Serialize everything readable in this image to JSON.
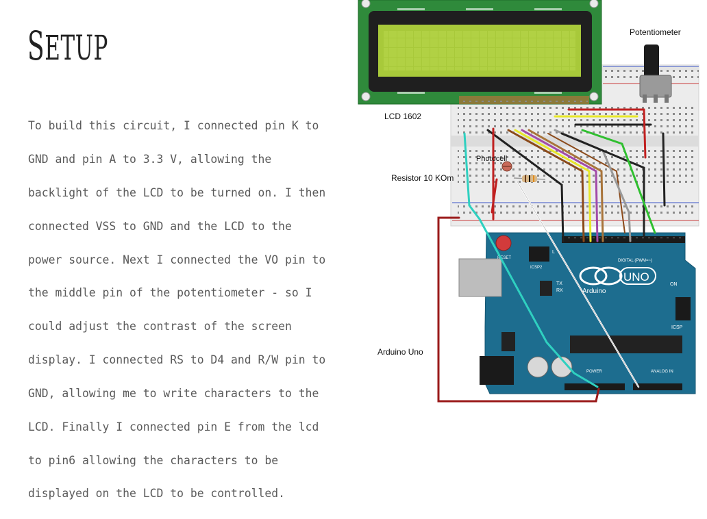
{
  "slide": {
    "title_first": "S",
    "title_rest": "ETUP",
    "body_lines": [
      "To build this circuit, I connected pin K to",
      "GND and pin A to 3.3 V, allowing the",
      "backlight of the LCD to be turned on. I then",
      "connected VSS to GND and the LCD to the",
      "power source. Next I connected the VO pin to",
      "the middle pin of the potentiometer - so I",
      "could adjust the contrast of the screen",
      "display. I connected RS to D4 and R/W pin to",
      "GND, allowing me to write characters to the",
      "LCD. Finally I connected pin E from the lcd",
      "to pin6 allowing the characters to be",
      "displayed on the LCD to be controlled."
    ]
  },
  "diagram": {
    "labels": {
      "potentiometer": "Potentiometer",
      "lcd": "LCD 1602",
      "photocell": "Photocell",
      "resistor": "Resistor 10 KOm",
      "arduino": "Arduino Uno"
    },
    "board_text": {
      "uno": "UNO",
      "arduino": "Arduino",
      "reset": "RESET",
      "icsp2": "ICSP2",
      "digital": "DIGITAL (PWM=~)",
      "tx": "TX",
      "rx": "RX",
      "on": "ON",
      "icsp": "ICSP",
      "power": "POWER",
      "analog": "ANALOG IN",
      "l": "L"
    },
    "colors": {
      "lcd_pcb": "#2f8a3b",
      "lcd_screen": "#a8c93a",
      "arduino": "#1d6d8f",
      "breadboard": "#ececec"
    }
  }
}
